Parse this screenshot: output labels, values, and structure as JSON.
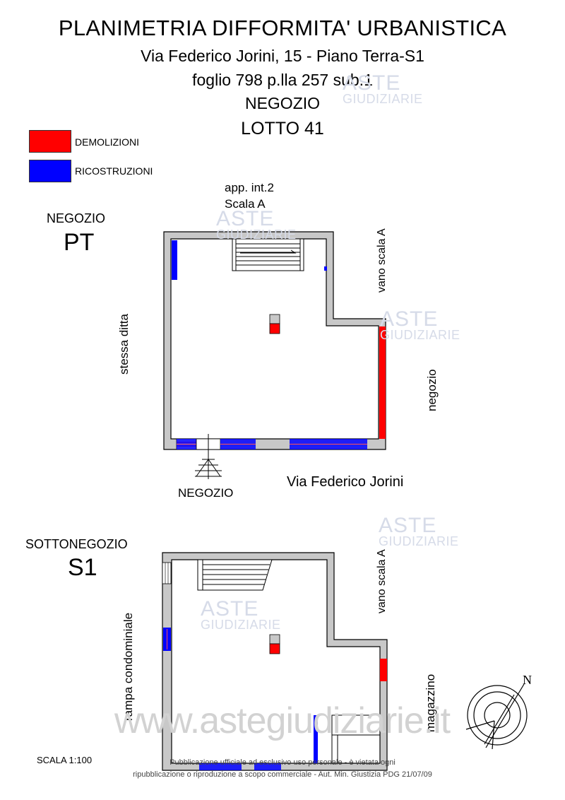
{
  "header": {
    "title": "PLANIMETRIA DIFFORMITA' URBANISTICA",
    "address": "Via Federico Jorini, 15 - Piano Terra-S1",
    "cadastral": "foglio 798 p.lla 257 sub.1",
    "type": "NEGOZIO",
    "lot": "LOTTO 41"
  },
  "legend": {
    "items": [
      {
        "label": "DEMOLIZIONI",
        "color": "#ff0000"
      },
      {
        "label": "RICOSTRUZIONI",
        "color": "#0000ff"
      }
    ]
  },
  "plan_pt": {
    "caption_top": "NEGOZIO",
    "caption_big": "PT",
    "label_left": "stessa ditta",
    "label_top_line1": "app. int.2",
    "label_top_line2": "Scala A",
    "label_right_top": "vano scala A",
    "label_right": "negozio",
    "label_bottom_entry": "NEGOZIO",
    "label_street": "Via Federico Jorini"
  },
  "plan_s1": {
    "caption_top": "SOTTONEGOZIO",
    "caption_big": "S1",
    "label_left": "rampa condominiale",
    "label_right_top": "vano scala A",
    "label_right": "magazzino"
  },
  "compass": {
    "north": "N"
  },
  "scale": "SCALA 1:100",
  "watermark": {
    "line1": "ASTE",
    "line2": "GIUDIZIARIE",
    "site": "www.astegiudiziarie.it"
  },
  "footer": {
    "line1": "Pubblicazione ufficiale ad esclusivo uso personale - è vietata ogni",
    "line2": "ripubblicazione o riproduzione a scopo commerciale - Aut. Min. Giustizia PDG 21/07/09"
  },
  "colors": {
    "wall": "#c8c8c8",
    "demolition": "#ff0000",
    "reconstruction": "#0000ff"
  }
}
